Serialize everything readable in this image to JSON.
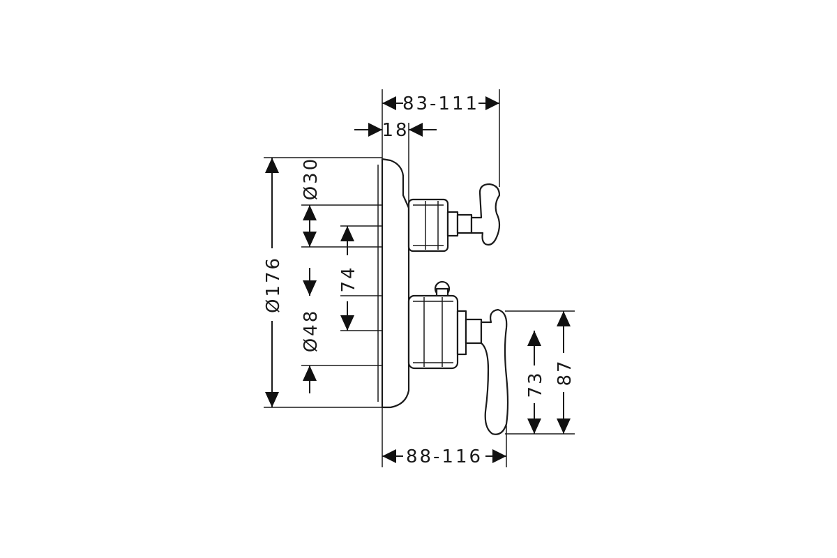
{
  "dimensions": {
    "top_overall": "83-111",
    "projection": "18",
    "upper_diameter": "Ø30",
    "plate_diameter": "Ø176",
    "center_distance": "74",
    "lower_diameter": "Ø48",
    "lever_offset": "73",
    "lever_height": "87",
    "bottom_overall": "88-116"
  },
  "colors": {
    "line": "#1a1a1a",
    "background": "#ffffff"
  }
}
